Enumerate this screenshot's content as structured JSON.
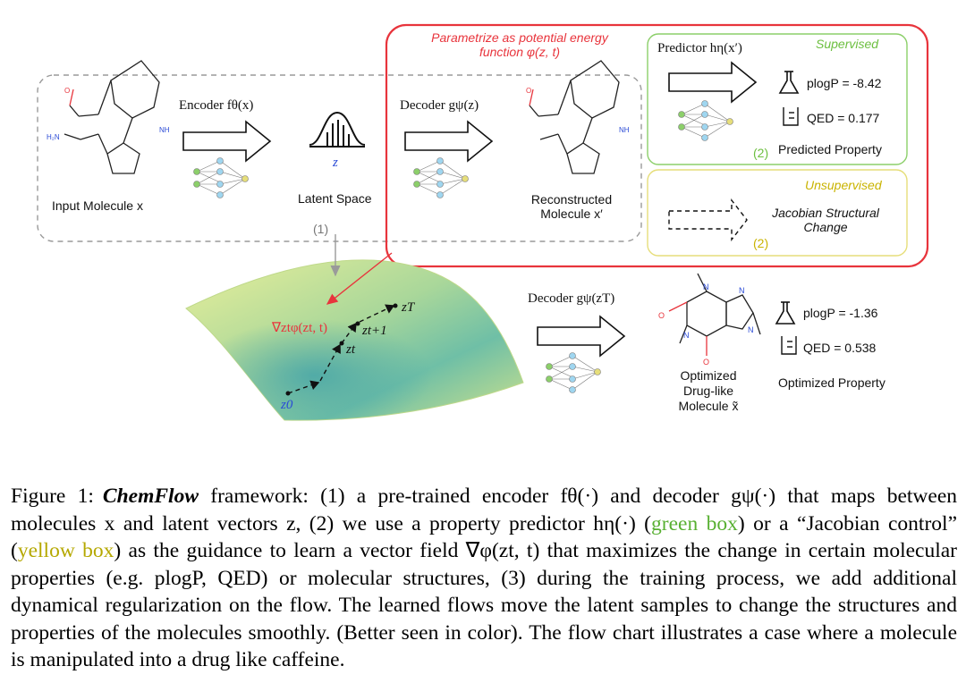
{
  "figure": {
    "encoder_label": "Encoder fθ(x)",
    "decoder_label": "Decoder gψ(z)",
    "decoder_zt_label": "Decoder gψ(zT)",
    "predictor_label": "Predictor hη(x′)",
    "latent_symbol": "z",
    "latent_space": "Latent Space",
    "input_molecule": "Input Molecule x",
    "reconstructed_molecule": [
      "Reconstructed",
      "Molecule x′"
    ],
    "optimized_molecule": [
      "Optimized",
      "Drug-like",
      "Molecule x̃"
    ],
    "optimized_property": "Optimized Property",
    "potential_energy": [
      "Parametrize as potential energy",
      "function φ(z, t)"
    ],
    "supervised": "Supervised",
    "unsupervised": "Unsupervised",
    "predicted_plogp": "plogP = -8.42",
    "predicted_qed": "QED = 0.177",
    "predicted_property": "Predicted Property",
    "optimized_plogp": "plogP = -1.36",
    "optimized_qed": "QED = 0.538",
    "jacobian_change": [
      "Jacobian Structural",
      "Change"
    ],
    "step_1": "(1)",
    "step_2a": "(2)",
    "step_2b": "(2)",
    "grad_label": "∇ztφ(zt, t)",
    "z_T": "zT",
    "z_t1": "zt+1",
    "z_t": "zt",
    "z_0": "z0",
    "atom_labels": {
      "O": "O",
      "NH": "NH",
      "N": "N",
      "H2N": "H₂N",
      "NH2": "NH"
    },
    "colors": {
      "red": "#e8343c",
      "green": "#8ccf6a",
      "yellow": "#e6de7a",
      "gray": "#9a9a9a",
      "blue": "#2b4bd6"
    }
  },
  "caption": {
    "label": "Figure 1:",
    "name": "ChemFlow",
    "text_1": " framework: (1) a pre-trained encoder fθ(·) and decoder gψ(·) that maps between molecules x and latent vectors z, (2) we use a property predictor hη(·) (",
    "green_box": "green box",
    "text_2": ") or a “Jacobian control” (",
    "yellow_box": "yellow box",
    "text_3": ") as the guidance to learn a vector field ∇φ(zt, t) that maximizes the change in certain molecular properties (e.g. plogP, QED) or molecular structures, (3) during the training process, we add additional dynamical regularization on the flow. The learned flows move the latent samples to change the structures and properties of the molecules smoothly. (Better seen in color). The flow chart illustrates a case where a molecule is manipulated into a drug like caffeine."
  }
}
